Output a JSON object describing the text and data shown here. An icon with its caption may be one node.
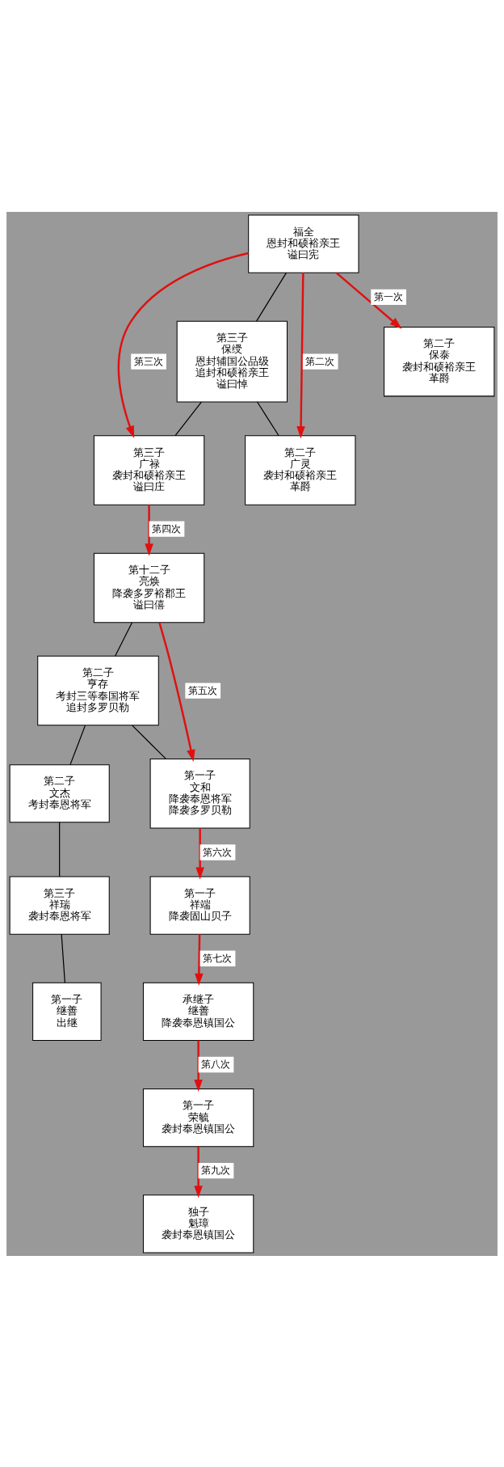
{
  "diagram": {
    "nodes": [
      {
        "text": [
          "福全",
          "恩封和硕裕亲王",
          "谥曰宪"
        ]
      },
      {
        "text": [
          "第三子",
          "保绶",
          "恩封辅国公品级",
          "追封和硕裕亲王",
          "谥曰悼"
        ]
      },
      {
        "text": [
          "第二子",
          "保泰",
          "袭封和硕裕亲王",
          "革爵"
        ]
      },
      {
        "text": [
          "第三子",
          "广禄",
          "袭封和硕裕亲王",
          "谥曰庄"
        ]
      },
      {
        "text": [
          "第二子",
          "广灵",
          "袭封和硕裕亲王",
          "革爵"
        ]
      },
      {
        "text": [
          "第十二子",
          "亮焕",
          "降袭多罗裕郡王",
          "谥曰僖"
        ]
      },
      {
        "text": [
          "第二子",
          "亨存",
          "考封三等奉国将军",
          "追封多罗贝勒"
        ]
      },
      {
        "text": [
          "第二子",
          "文杰",
          "考封奉恩将军"
        ]
      },
      {
        "text": [
          "第一子",
          "文和",
          "降袭奉恩将军",
          "降袭多罗贝勒"
        ]
      },
      {
        "text": [
          "第三子",
          "祥瑞",
          "袭封奉恩将军"
        ]
      },
      {
        "text": [
          "第一子",
          "祥端",
          "降袭固山贝子"
        ]
      },
      {
        "text": [
          "第一子",
          "继善",
          "出继"
        ]
      },
      {
        "text": [
          "承继子",
          "继善",
          "降袭奉恩镇国公"
        ]
      },
      {
        "text": [
          "第一子",
          "荣毓",
          "袭封奉恩镇国公"
        ]
      },
      {
        "text": [
          "独子",
          "魁璋",
          "袭封奉恩镇国公"
        ]
      }
    ],
    "edges": [
      {
        "from": 0,
        "to": 1,
        "arrow": "none",
        "color": "#000000"
      },
      {
        "from": 0,
        "to": 2,
        "arrow": "to",
        "label": "第一次"
      },
      {
        "from": 0,
        "to": 4,
        "arrow": "to",
        "label": "第二次"
      },
      {
        "from": 0,
        "to": 3,
        "arrow": "to",
        "label": "第三次"
      },
      {
        "from": 1,
        "to": 3,
        "arrow": "none",
        "color": "#000000"
      },
      {
        "from": 1,
        "to": 4,
        "arrow": "none",
        "color": "#000000"
      },
      {
        "from": 3,
        "to": 5,
        "arrow": "to",
        "label": "第四次"
      },
      {
        "from": 5,
        "to": 6,
        "arrow": "none",
        "color": "#000000"
      },
      {
        "from": 5,
        "to": 8,
        "arrow": "to",
        "label": "第五次"
      },
      {
        "from": 6,
        "to": 7,
        "arrow": "none",
        "color": "#000000"
      },
      {
        "from": 6,
        "to": 8,
        "arrow": "none",
        "color": "#000000"
      },
      {
        "from": 7,
        "to": 9,
        "arrow": "none",
        "color": "#000000"
      },
      {
        "from": 8,
        "to": 10,
        "arrow": "to",
        "label": "第六次"
      },
      {
        "from": 9,
        "to": 11,
        "arrow": "none",
        "color": "#000000"
      },
      {
        "from": 10,
        "to": 12,
        "arrow": "to",
        "label": "第七次"
      },
      {
        "from": 12,
        "to": 13,
        "arrow": "to",
        "label": "第八次"
      },
      {
        "from": 13,
        "to": 14,
        "arrow": "to",
        "label": "第九次"
      }
    ]
  }
}
